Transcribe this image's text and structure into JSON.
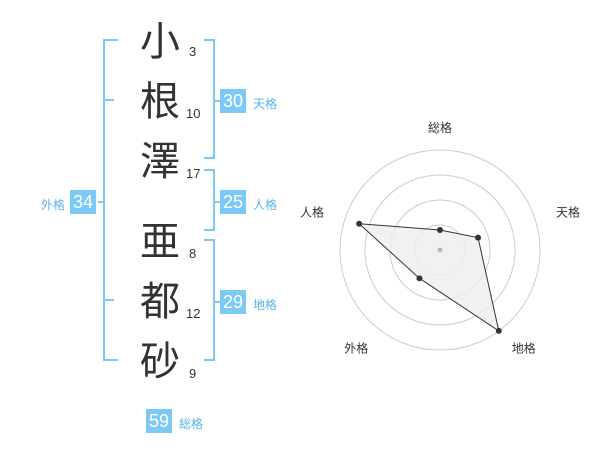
{
  "name": {
    "chars": [
      {
        "char": "小",
        "strokes": "3"
      },
      {
        "char": "根",
        "strokes": "10"
      },
      {
        "char": "澤",
        "strokes": "17"
      },
      {
        "char": "亜",
        "strokes": "8"
      },
      {
        "char": "都",
        "strokes": "12"
      },
      {
        "char": "砂",
        "strokes": "9"
      }
    ]
  },
  "fortune": {
    "tenkaku": {
      "value": "30",
      "label": "天格"
    },
    "jinkaku": {
      "value": "25",
      "label": "人格"
    },
    "chikaku": {
      "value": "29",
      "label": "地格"
    },
    "gaikaku": {
      "value": "34",
      "label": "外格"
    },
    "soukaku": {
      "value": "59",
      "label": "総格"
    }
  },
  "colors": {
    "bracket": "#7cc9f5",
    "badge_bg": "#7cc9f5",
    "badge_label": "#56b4ea",
    "ring": "#cccccc",
    "polygon_fill": "#eeeeee"
  },
  "chart_data": {
    "type": "radar",
    "axes": [
      "総格",
      "天格",
      "地格",
      "外格",
      "人格"
    ],
    "values": [
      0.2,
      0.4,
      1.0,
      0.35,
      0.85
    ],
    "rings": 4,
    "range": [
      0,
      1
    ]
  }
}
